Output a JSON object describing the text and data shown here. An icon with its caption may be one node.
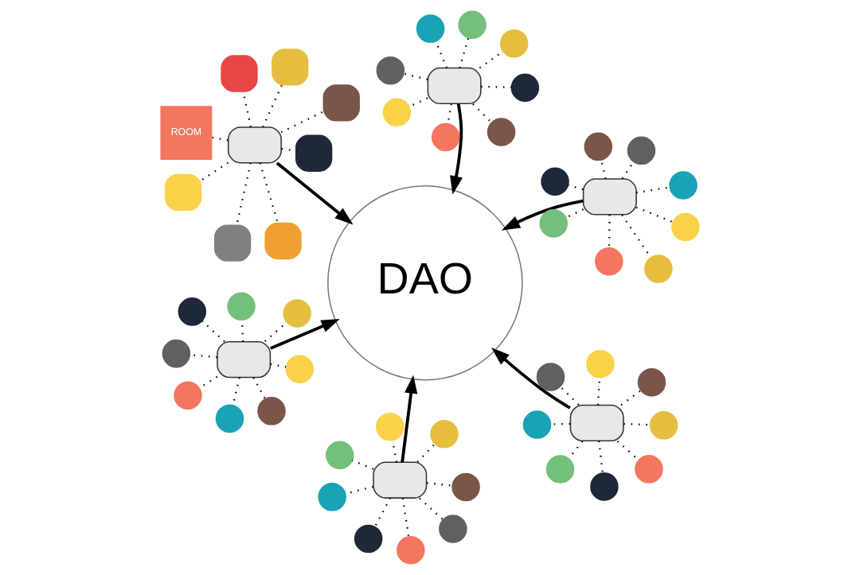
{
  "diagram": {
    "nodes": [
      {
        "text": [
          "DAO"
        ]
      },
      {
        "text": [],
        "shape": "box"
      },
      {
        "text": [],
        "shape": "circle"
      },
      {
        "text": [],
        "shape": "circle"
      },
      {
        "text": [],
        "shape": "circle"
      },
      {
        "text": [],
        "shape": "circle"
      },
      {
        "text": [],
        "shape": "circle"
      },
      {
        "text": [],
        "shape": "circle"
      },
      {
        "text": [],
        "shape": "circle"
      },
      {
        "text": [],
        "shape": "circle"
      },
      {
        "text": [],
        "shape": "box"
      },
      {
        "text": [],
        "shape": "circle"
      },
      {
        "text": [],
        "shape": "circle"
      },
      {
        "text": [],
        "shape": "circle"
      },
      {
        "text": [],
        "shape": "circle"
      },
      {
        "text": [],
        "shape": "circle"
      },
      {
        "text": [],
        "shape": "circle"
      },
      {
        "text": [],
        "shape": "circle"
      },
      {
        "text": [],
        "shape": "circle"
      },
      {
        "text": [],
        "shape": "box"
      },
      {
        "text": [],
        "shape": "circle"
      },
      {
        "text": [],
        "shape": "circle"
      },
      {
        "text": [],
        "shape": "circle"
      },
      {
        "text": [],
        "shape": "circle"
      },
      {
        "text": [],
        "shape": "circle"
      },
      {
        "text": [],
        "shape": "circle"
      },
      {
        "text": [],
        "shape": "circle"
      },
      {
        "text": [],
        "shape": "circle"
      },
      {
        "text": [],
        "shape": "box"
      },
      {
        "text": [],
        "shape": "circle"
      },
      {
        "text": [],
        "shape": "circle"
      },
      {
        "text": [],
        "shape": "circle"
      },
      {
        "text": [],
        "shape": "circle"
      },
      {
        "text": [],
        "shape": "circle"
      },
      {
        "text": [],
        "shape": "circle"
      },
      {
        "text": [],
        "shape": "circle"
      },
      {
        "text": [],
        "shape": "circle"
      },
      {
        "text": [],
        "shape": "box"
      },
      {
        "text": [
          "ROOM"
        ]
      },
      {
        "text": [],
        "shape": "box"
      },
      {
        "text": [],
        "shape": "box"
      },
      {
        "text": [],
        "shape": "box"
      },
      {
        "text": [],
        "shape": "box"
      },
      {
        "text": [],
        "shape": "box"
      },
      {
        "text": [],
        "shape": "box"
      },
      {
        "text": [],
        "shape": "box"
      },
      {
        "text": [],
        "shape": "box"
      },
      {
        "text": [],
        "shape": "circle"
      },
      {
        "text": [],
        "shape": "circle"
      },
      {
        "text": [],
        "shape": "circle"
      },
      {
        "text": [],
        "shape": "circle"
      },
      {
        "text": [],
        "shape": "circle"
      },
      {
        "text": [],
        "shape": "circle"
      },
      {
        "text": [],
        "shape": "circle"
      },
      {
        "text": [],
        "shape": "circle"
      }
    ],
    "edges": [
      {
        "from": 1,
        "to": 0,
        "arrow": "to"
      },
      {
        "from": 10,
        "to": 0,
        "arrow": "to"
      },
      {
        "from": 19,
        "to": 0,
        "arrow": "to"
      },
      {
        "from": 28,
        "to": 0,
        "arrow": "to"
      },
      {
        "from": 37,
        "to": 0,
        "arrow": "to"
      },
      {
        "from": 46,
        "to": 0,
        "arrow": "to"
      },
      {
        "from": 1,
        "to": 2,
        "arrow": "none",
        "style": "dashed"
      },
      {
        "from": 1,
        "to": 3,
        "arrow": "none",
        "style": "dashed"
      },
      {
        "from": 1,
        "to": 4,
        "arrow": "none",
        "style": "dashed"
      },
      {
        "from": 1,
        "to": 5,
        "arrow": "none",
        "style": "dashed"
      },
      {
        "from": 1,
        "to": 6,
        "arrow": "none",
        "style": "dashed"
      },
      {
        "from": 1,
        "to": 7,
        "arrow": "none",
        "style": "dashed"
      },
      {
        "from": 1,
        "to": 8,
        "arrow": "none",
        "style": "dashed"
      },
      {
        "from": 1,
        "to": 9,
        "arrow": "none",
        "style": "dashed"
      },
      {
        "from": 10,
        "to": 11,
        "arrow": "none",
        "style": "dashed"
      },
      {
        "from": 10,
        "to": 12,
        "arrow": "none",
        "style": "dashed"
      },
      {
        "from": 10,
        "to": 13,
        "arrow": "none",
        "style": "dashed"
      },
      {
        "from": 10,
        "to": 14,
        "arrow": "none",
        "style": "dashed"
      },
      {
        "from": 10,
        "to": 15,
        "arrow": "none",
        "style": "dashed"
      },
      {
        "from": 10,
        "to": 16,
        "arrow": "none",
        "style": "dashed"
      },
      {
        "from": 10,
        "to": 17,
        "arrow": "none",
        "style": "dashed"
      },
      {
        "from": 10,
        "to": 18,
        "arrow": "none",
        "style": "dashed"
      },
      {
        "from": 19,
        "to": 20,
        "arrow": "none",
        "style": "dashed"
      },
      {
        "from": 19,
        "to": 21,
        "arrow": "none",
        "style": "dashed"
      },
      {
        "from": 19,
        "to": 22,
        "arrow": "none",
        "style": "dashed"
      },
      {
        "from": 19,
        "to": 23,
        "arrow": "none",
        "style": "dashed"
      },
      {
        "from": 19,
        "to": 24,
        "arrow": "none",
        "style": "dashed"
      },
      {
        "from": 19,
        "to": 25,
        "arrow": "none",
        "style": "dashed"
      },
      {
        "from": 19,
        "to": 26,
        "arrow": "none",
        "style": "dashed"
      },
      {
        "from": 19,
        "to": 27,
        "arrow": "none",
        "style": "dashed"
      },
      {
        "from": 28,
        "to": 29,
        "arrow": "none",
        "style": "dashed"
      },
      {
        "from": 28,
        "to": 30,
        "arrow": "none",
        "style": "dashed"
      },
      {
        "from": 28,
        "to": 31,
        "arrow": "none",
        "style": "dashed"
      },
      {
        "from": 28,
        "to": 32,
        "arrow": "none",
        "style": "dashed"
      },
      {
        "from": 28,
        "to": 33,
        "arrow": "none",
        "style": "dashed"
      },
      {
        "from": 28,
        "to": 34,
        "arrow": "none",
        "style": "dashed"
      },
      {
        "from": 28,
        "to": 35,
        "arrow": "none",
        "style": "dashed"
      },
      {
        "from": 28,
        "to": 36,
        "arrow": "none",
        "style": "dashed"
      },
      {
        "from": 37,
        "to": 38,
        "arrow": "none",
        "style": "dashed"
      },
      {
        "from": 37,
        "to": 39,
        "arrow": "none",
        "style": "dashed"
      },
      {
        "from": 37,
        "to": 40,
        "arrow": "none",
        "style": "dashed"
      },
      {
        "from": 37,
        "to": 41,
        "arrow": "none",
        "style": "dashed"
      },
      {
        "from": 37,
        "to": 42,
        "arrow": "none",
        "style": "dashed"
      },
      {
        "from": 37,
        "to": 43,
        "arrow": "none",
        "style": "dashed"
      },
      {
        "from": 37,
        "to": 44,
        "arrow": "none",
        "style": "dashed"
      },
      {
        "from": 37,
        "to": 45,
        "arrow": "none",
        "style": "dashed"
      },
      {
        "from": 46,
        "to": 47,
        "arrow": "none",
        "style": "dashed"
      },
      {
        "from": 46,
        "to": 48,
        "arrow": "none",
        "style": "dashed"
      },
      {
        "from": 46,
        "to": 49,
        "arrow": "none",
        "style": "dashed"
      },
      {
        "from": 46,
        "to": 50,
        "arrow": "none",
        "style": "dashed"
      },
      {
        "from": 46,
        "to": 51,
        "arrow": "none",
        "style": "dashed"
      },
      {
        "from": 46,
        "to": 52,
        "arrow": "none",
        "style": "dashed"
      },
      {
        "from": 46,
        "to": 53,
        "arrow": "none",
        "style": "dashed"
      },
      {
        "from": 46,
        "to": 54,
        "arrow": "none",
        "style": "dashed"
      }
    ]
  }
}
